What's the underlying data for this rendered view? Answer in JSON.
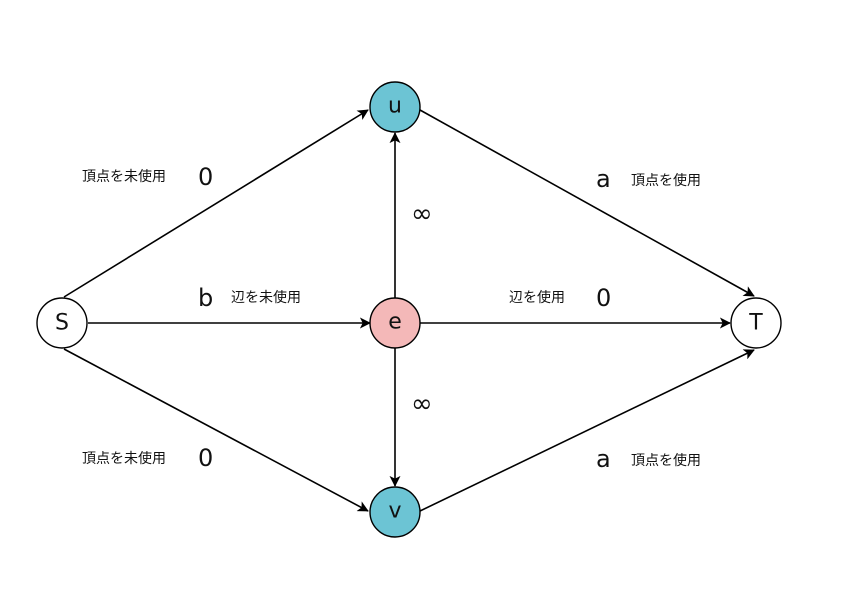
{
  "colors": {
    "node_default": "#ffffff",
    "node_uv": "#6cc4d4",
    "node_e": "#f4b8b8",
    "stroke": "#000000"
  },
  "nodes": {
    "S": {
      "label": "S"
    },
    "u": {
      "label": "u"
    },
    "e": {
      "label": "e"
    },
    "v": {
      "label": "v"
    },
    "T": {
      "label": "T"
    }
  },
  "edges": {
    "s_u": {
      "text": "頂点を未使用",
      "value": "0"
    },
    "s_e": {
      "value": "b",
      "text": "辺を未使用"
    },
    "s_v": {
      "text": "頂点を未使用",
      "value": "0"
    },
    "u_t": {
      "value": "a",
      "text": "頂点を使用"
    },
    "e_t": {
      "text": "辺を使用",
      "value": "0"
    },
    "v_t": {
      "value": "a",
      "text": "頂点を使用"
    },
    "e_u": {
      "value": "∞"
    },
    "e_v": {
      "value": "∞"
    }
  }
}
